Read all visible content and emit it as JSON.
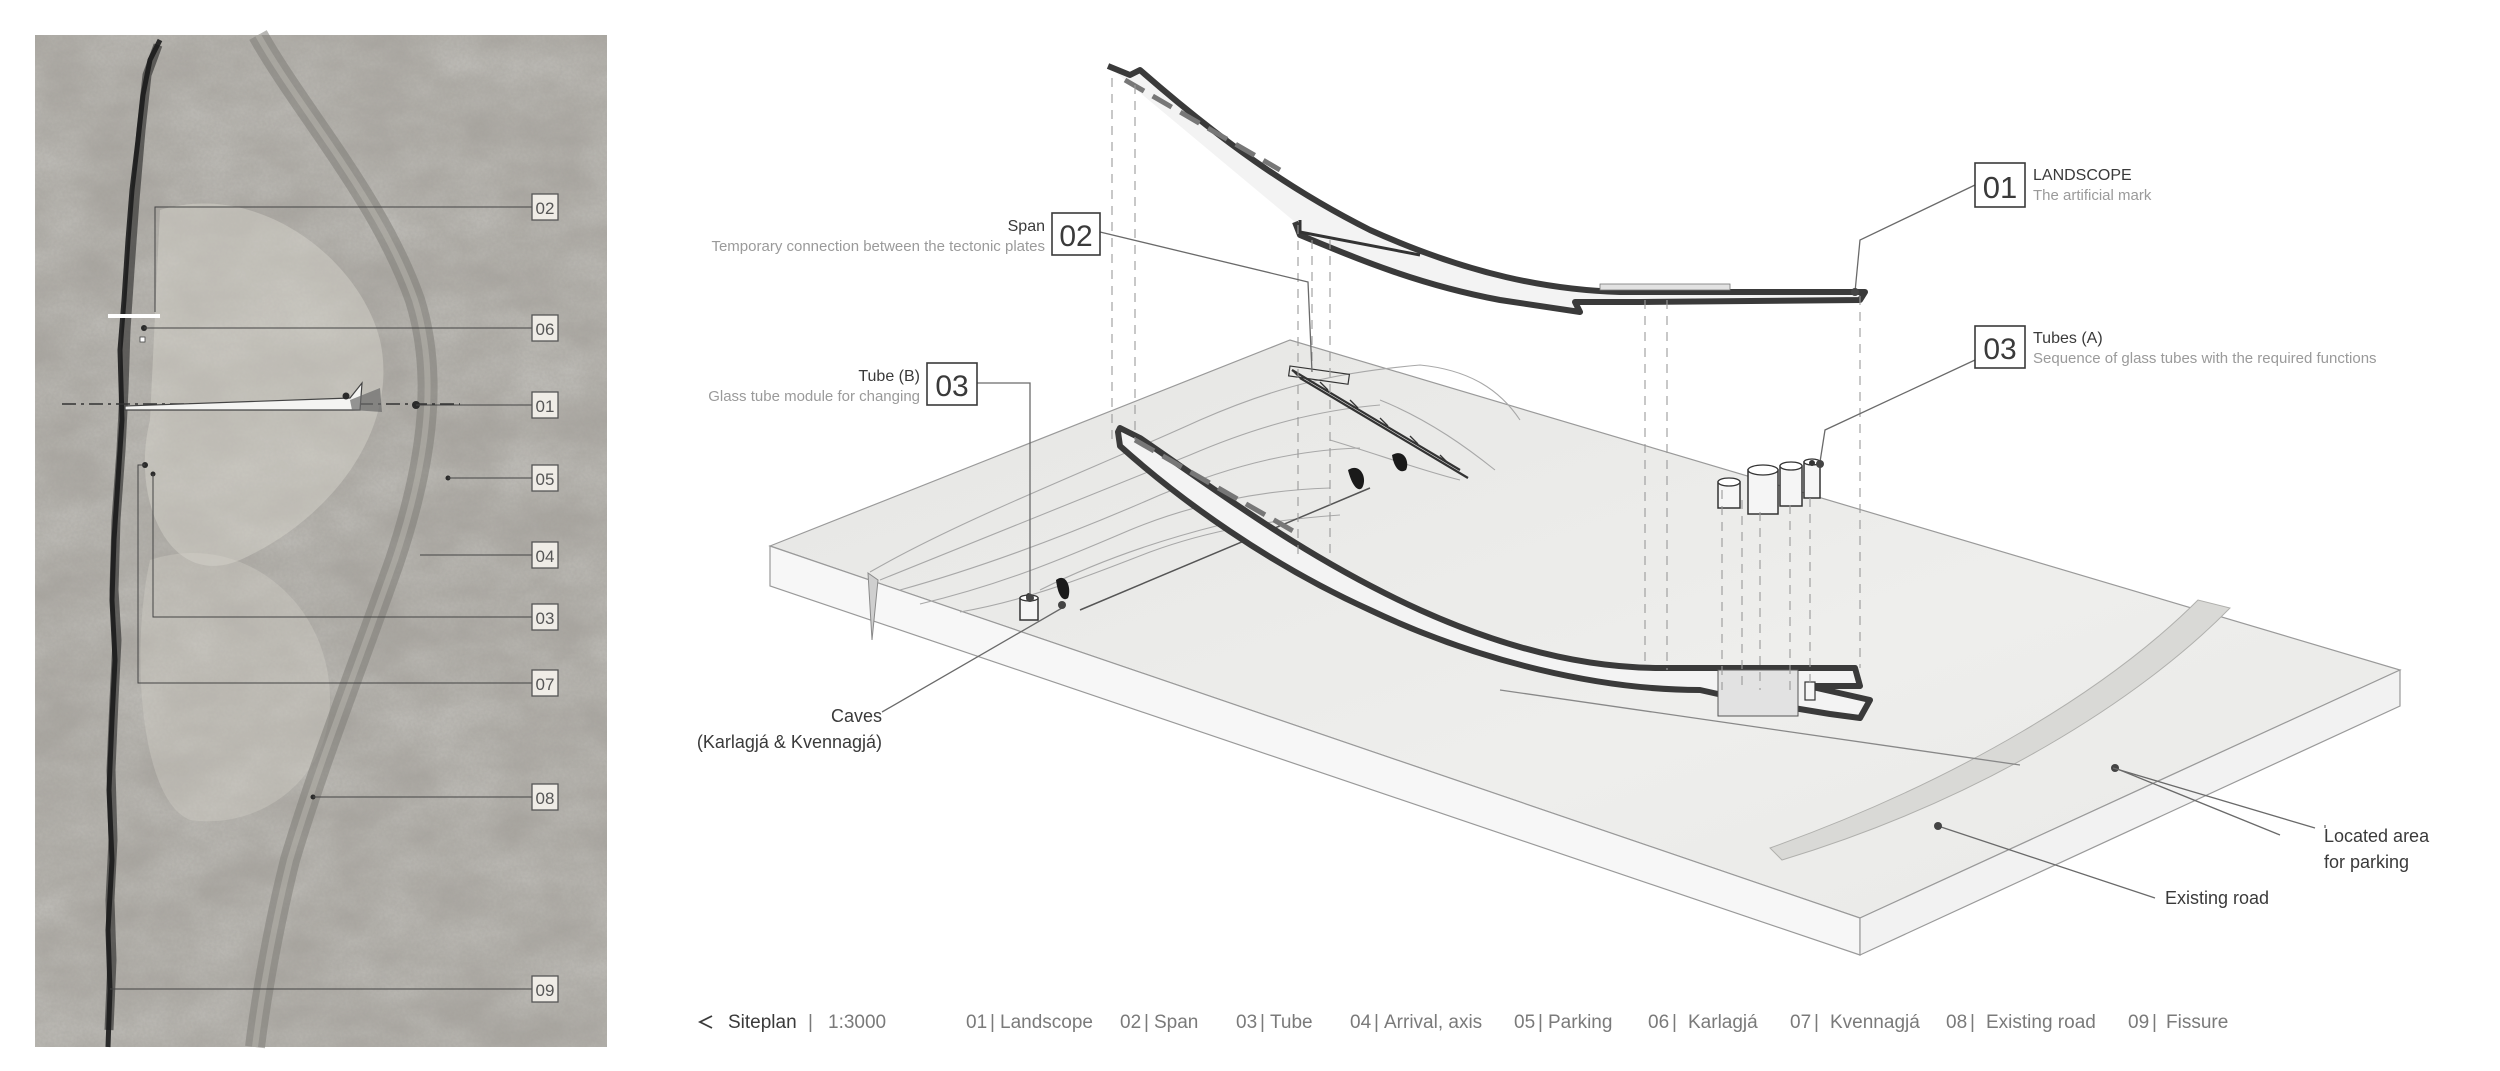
{
  "siteplan_numbers": [
    "02",
    "06",
    "01",
    "05",
    "04",
    "03",
    "07",
    "08",
    "09"
  ],
  "callouts": {
    "landscope": {
      "num": "01",
      "title": "LANDSCOPE",
      "subtitle": "The artificial mark"
    },
    "span": {
      "num": "02",
      "title": "Span",
      "subtitle": "Temporary connection between the tectonic plates"
    },
    "tube_b": {
      "num": "03",
      "title": "Tube (B)",
      "subtitle": "Glass tube module for changing"
    },
    "tubes_a": {
      "num": "03",
      "title": "Tubes (A)",
      "subtitle": "Sequence of glass tubes with the required functions"
    }
  },
  "labels": {
    "caves_line1": "Caves",
    "caves_line2": "(Karlagjá & Kvennagjá)",
    "parking_line1": "Located area",
    "parking_line2": "for parking",
    "road": "Existing road"
  },
  "legend": {
    "arrow_icon": "triangle-left-icon",
    "title": "Siteplan",
    "separator": "|",
    "scale": "1:3000",
    "items": [
      {
        "num": "01",
        "sep": "|",
        "label": "Landscope"
      },
      {
        "num": "02",
        "sep": "|",
        "label": "Span"
      },
      {
        "num": "03",
        "sep": "|",
        "label": "Tube"
      },
      {
        "num": "04",
        "sep": "|",
        "label": "Arrival, axis"
      },
      {
        "num": "05",
        "sep": "|",
        "label": "Parking"
      },
      {
        "num": "06",
        "sep": "|",
        "label": "Karlagjá"
      },
      {
        "num": "07",
        "sep": "|",
        "label": "Kvennagjá"
      },
      {
        "num": "08",
        "sep": "|",
        "label": "Existing road"
      },
      {
        "num": "09",
        "sep": "|",
        "label": "Fissure"
      }
    ]
  },
  "colors": {
    "ink": "#3a3a3a",
    "muted": "#9a9a9a",
    "terrain": "#8f8c85",
    "ground": "#ebebea"
  }
}
